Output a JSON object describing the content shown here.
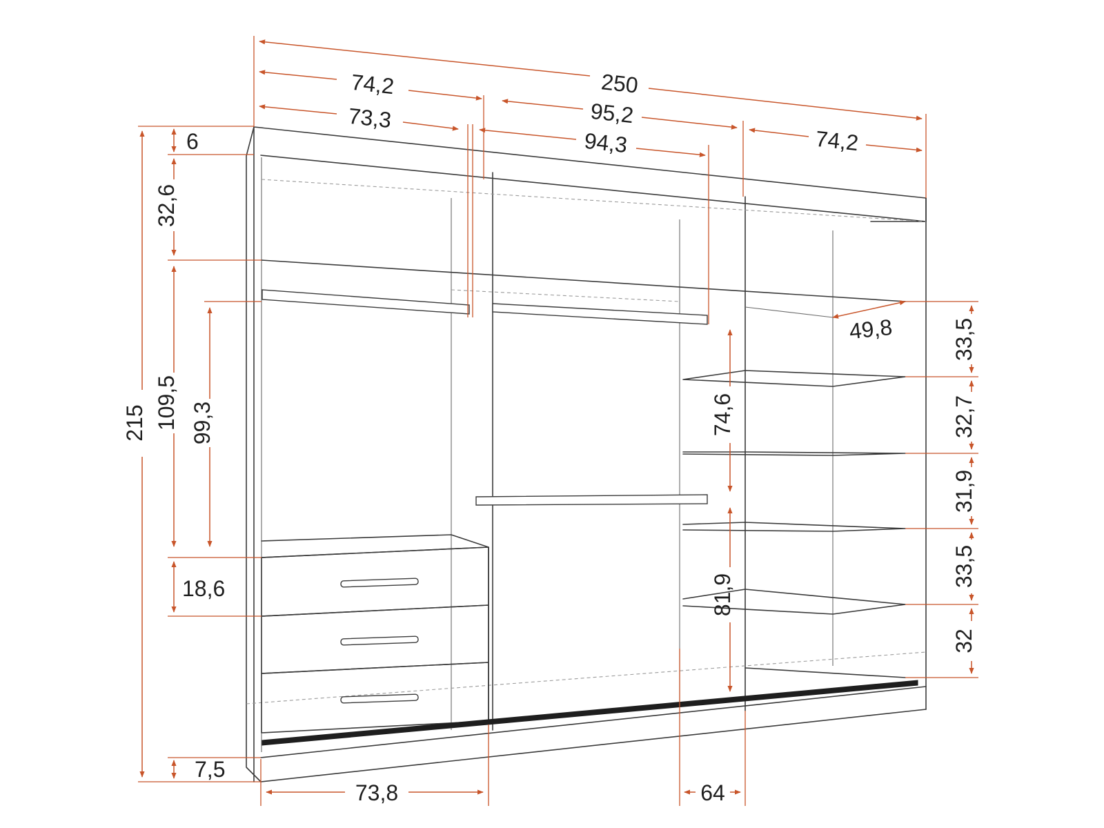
{
  "colors": {
    "dimension": "#c8552a",
    "outline": "#3a3a3a",
    "hidden_edge": "#9a9a9a",
    "background": "#ffffff"
  },
  "dimensions": {
    "total_width": "250",
    "left_section_outer": "74,2",
    "left_section_inner": "73,3",
    "middle_section_outer": "95,2",
    "middle_section_inner": "94,3",
    "right_section_outer": "74,2",
    "top_plinth": "6",
    "top_compartment": "32,6",
    "left_hanging_height": "109,5",
    "left_rod_to_drawers": "99,3",
    "total_height": "215",
    "drawer_height": "18,6",
    "bottom_plinth": "7,5",
    "drawer_unit_width": "73,8",
    "inner_depth": "64",
    "shelf_depth": "49,8",
    "middle_upper_hanging": "74,6",
    "middle_lower_hanging": "81,9",
    "shelf_gap_1": "33,5",
    "shelf_gap_2": "32,7",
    "shelf_gap_3": "31,9",
    "shelf_gap_4": "33,5",
    "shelf_gap_5": "32"
  }
}
